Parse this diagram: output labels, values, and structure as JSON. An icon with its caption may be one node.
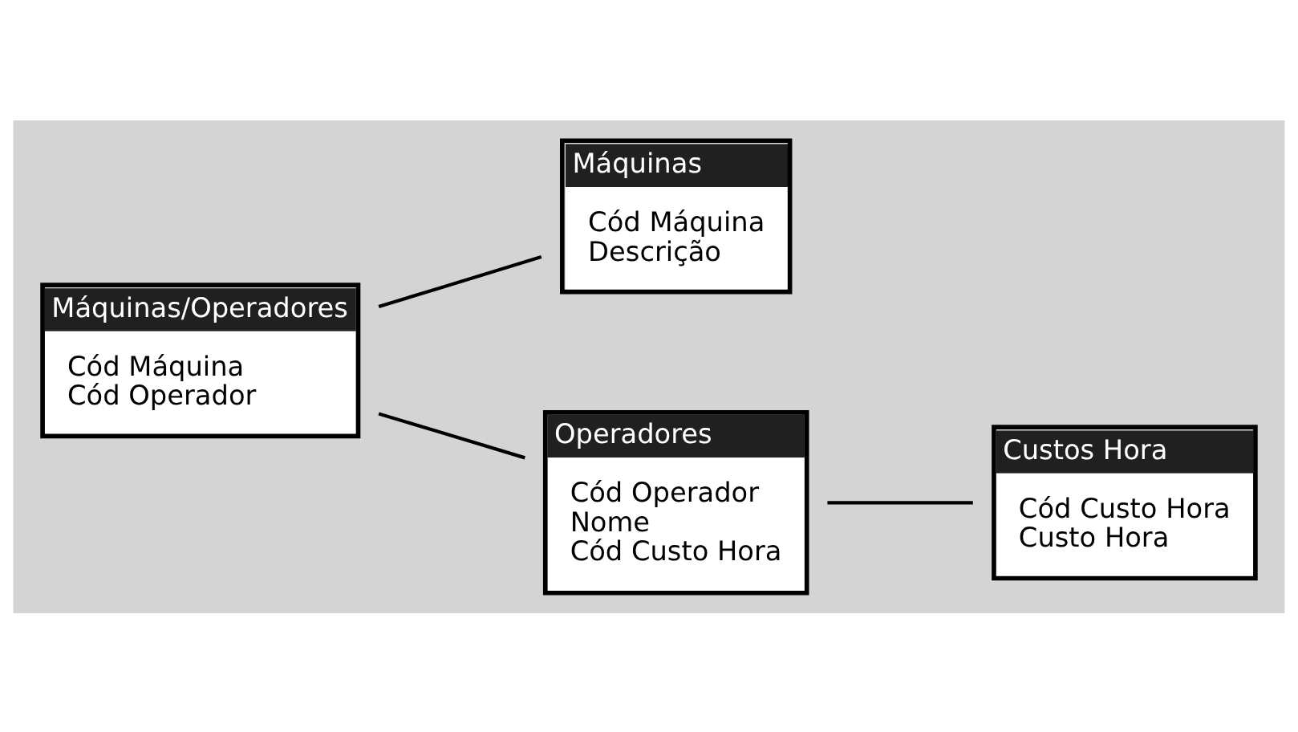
{
  "diagram": {
    "nodes": [
      {
        "text": [
          "Máquinas",
          "Cód Máquina",
          "Descrição"
        ]
      },
      {
        "text": [
          "Máquinas/Operadores",
          "Cód Máquina",
          "Cód Operador"
        ]
      },
      {
        "text": [
          "Operadores",
          "Cód Operador",
          "Nome",
          "Cód Custo Hora"
        ]
      },
      {
        "text": [
          "Custos Hora",
          "Cód Custo Hora",
          "Custo Hora"
        ]
      }
    ],
    "edges": [
      {
        "from": 1,
        "to": 0,
        "arrow": "none"
      },
      {
        "from": 1,
        "to": 2,
        "arrow": "none"
      },
      {
        "from": 2,
        "to": 3,
        "arrow": "none"
      }
    ]
  }
}
